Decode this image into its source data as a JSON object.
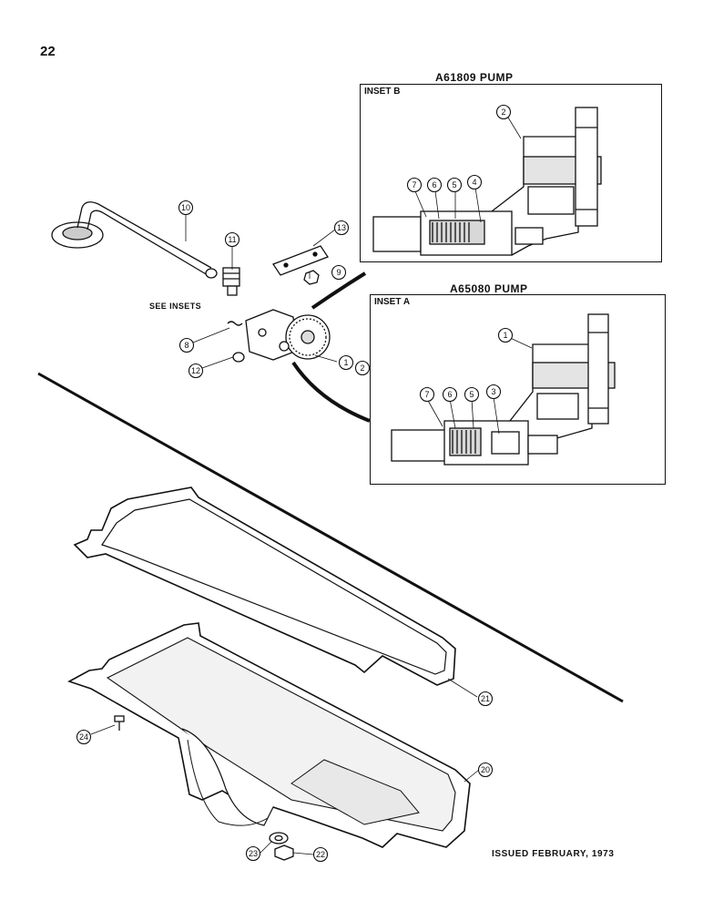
{
  "page": {
    "number": "22",
    "see_insets": "SEE INSETS",
    "issued": "ISSUED FEBRUARY, 1973"
  },
  "inset_b": {
    "title": "A61809 PUMP",
    "label": "INSET B",
    "callouts": [
      "2",
      "7",
      "6",
      "5",
      "4"
    ]
  },
  "inset_a": {
    "title": "A65080 PUMP",
    "label": "INSET A",
    "callouts": [
      "1",
      "7",
      "6",
      "5",
      "3"
    ]
  },
  "callouts": {
    "c10": "10",
    "c11": "11",
    "c13": "13",
    "c9": "9",
    "c8": "8",
    "c12": "12",
    "c1": "1",
    "c2": "2",
    "c21": "21",
    "c20": "20",
    "c24": "24",
    "c23": "23",
    "c22": "22"
  }
}
